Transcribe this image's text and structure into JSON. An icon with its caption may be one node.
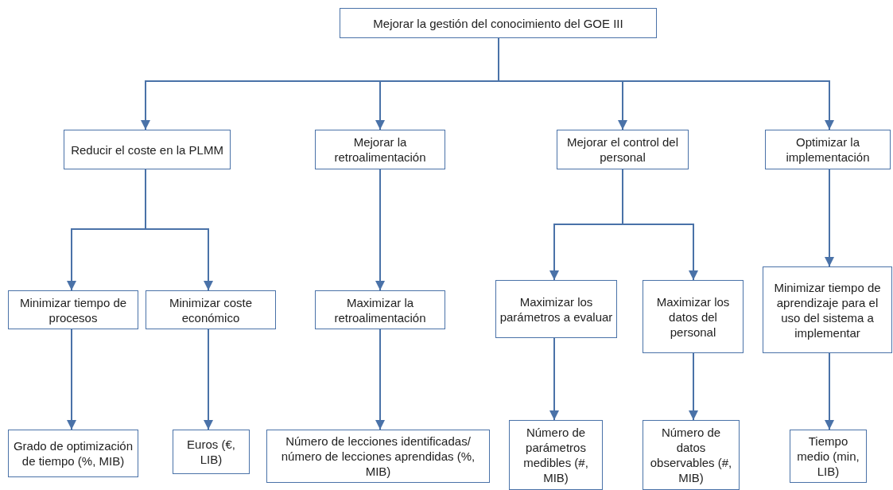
{
  "diagram": {
    "nodes": [
      {
        "text": [
          "Mejorar la gestión del conocimiento del GOE III"
        ]
      },
      {
        "text": [
          "Reducir el coste en la PLMM"
        ]
      },
      {
        "text": [
          "Mejorar la retroalimentación"
        ]
      },
      {
        "text": [
          "Mejorar el control del personal"
        ]
      },
      {
        "text": [
          "Optimizar la implementación"
        ]
      },
      {
        "text": [
          "Minimizar tiempo de procesos"
        ]
      },
      {
        "text": [
          "Minimizar coste económico"
        ]
      },
      {
        "text": [
          "Maximizar la retroalimentación"
        ]
      },
      {
        "text": [
          "Maximizar los parámetros a evaluar"
        ]
      },
      {
        "text": [
          "Maximizar los datos del personal"
        ]
      },
      {
        "text": [
          "Minimizar tiempo de aprendizaje para el uso del sistema a implementar"
        ]
      },
      {
        "text": [
          "Grado de optimización de tiempo (%, MIB)"
        ]
      },
      {
        "text": [
          "Euros (€, LIB)"
        ]
      },
      {
        "text": [
          "Número de lecciones identificadas/ número de lecciones aprendidas (%, MIB)"
        ]
      },
      {
        "text": [
          "Número de parámetros medibles (#, MIB)"
        ]
      },
      {
        "text": [
          "Número de datos observables (#, MIB)"
        ]
      },
      {
        "text": [
          "Tiempo medio (min, LIB)"
        ]
      }
    ],
    "edges": [
      {
        "from": 0,
        "to": 1,
        "arrow": "to"
      },
      {
        "from": 0,
        "to": 2,
        "arrow": "to"
      },
      {
        "from": 0,
        "to": 3,
        "arrow": "to"
      },
      {
        "from": 0,
        "to": 4,
        "arrow": "to"
      },
      {
        "from": 1,
        "to": 5,
        "arrow": "to"
      },
      {
        "from": 1,
        "to": 6,
        "arrow": "to"
      },
      {
        "from": 2,
        "to": 7,
        "arrow": "to"
      },
      {
        "from": 3,
        "to": 8,
        "arrow": "to"
      },
      {
        "from": 3,
        "to": 9,
        "arrow": "to"
      },
      {
        "from": 4,
        "to": 10,
        "arrow": "to"
      },
      {
        "from": 5,
        "to": 11,
        "arrow": "to"
      },
      {
        "from": 6,
        "to": 12,
        "arrow": "to"
      },
      {
        "from": 7,
        "to": 13,
        "arrow": "to"
      },
      {
        "from": 8,
        "to": 14,
        "arrow": "to"
      },
      {
        "from": 9,
        "to": 15,
        "arrow": "to"
      },
      {
        "from": 10,
        "to": 16,
        "arrow": "to"
      }
    ]
  }
}
